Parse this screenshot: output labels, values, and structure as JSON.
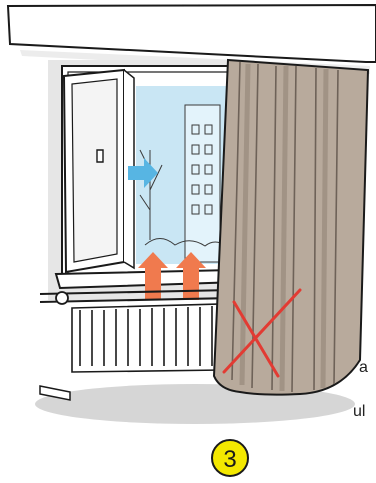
{
  "step_badge": {
    "number": "3",
    "fill": "#f4e800",
    "stroke": "#1a1a1a"
  },
  "edge_text": {
    "line1": "a",
    "line2": "ul"
  },
  "icons": {
    "cool_air": "blue-arrow-icon",
    "warm_air": "orange-arrow-icon",
    "blocked": "red-x-icon"
  },
  "colors": {
    "sky": "#c9e6f4",
    "cool_air": "#57b5e3",
    "warm_air": "#f07a4e",
    "cross": "#e23b33",
    "curtain": "#b8aa9c",
    "curtain_dark": "#8e7f72",
    "floor_shadow": "#d6d6d6",
    "wall_shadow": "#e6e6e6"
  }
}
